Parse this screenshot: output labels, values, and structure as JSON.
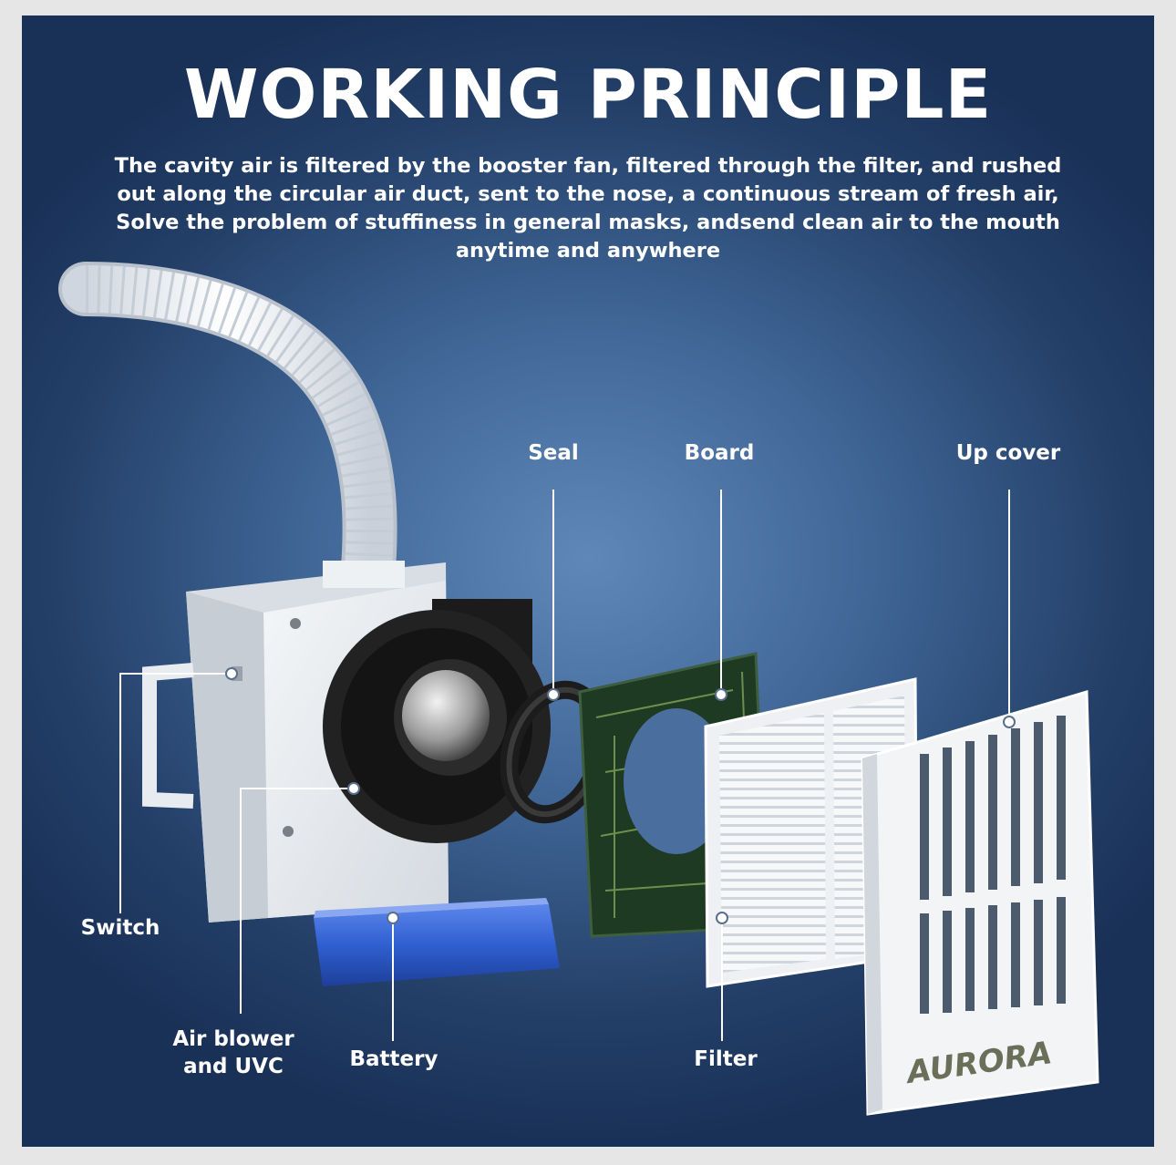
{
  "header": {
    "title": "WORKING PRINCIPLE",
    "description": "The cavity air is filtered by the booster fan, filtered through the filter, and rushed out along the circular air duct, sent to the nose, a continuous stream of fresh air, Solve the problem of stuffiness in general masks, andsend clean air to the mouth anytime and anywhere"
  },
  "labels": {
    "seal": "Seal",
    "board": "Board",
    "up_cover": "Up cover",
    "switch": "Switch",
    "air_blower_line1": "Air blower",
    "air_blower_line2": "and UVC",
    "battery": "Battery",
    "filter": "Filter"
  },
  "brand": {
    "logo_text": "AURORA"
  },
  "colors": {
    "background": "#2b4a77",
    "text": "#ffffff",
    "battery": "#2f5fd0",
    "circuit_board": "#1f3a22"
  }
}
